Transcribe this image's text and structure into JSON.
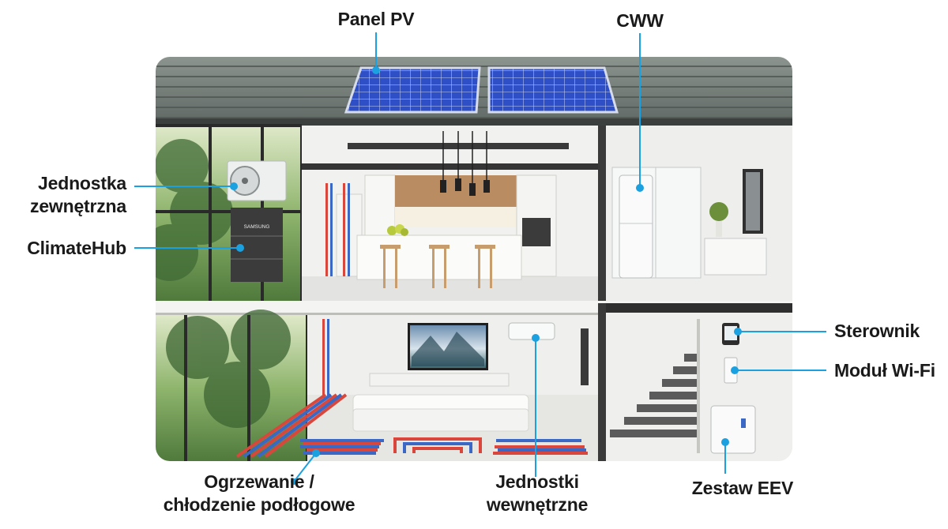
{
  "labels": {
    "panel_pv": "Panel PV",
    "cww": "CWW",
    "outdoor_unit_l1": "Jednostka",
    "outdoor_unit_l2": "zewnętrzna",
    "climatehub": "ClimateHub",
    "controller": "Sterownik",
    "wifi_module": "Moduł Wi-Fi",
    "floor_heating_l1": "Ogrzewanie /",
    "floor_heating_l2": "chłodzenie podłogowe",
    "indoor_units_l1": "Jednostki",
    "indoor_units_l2": "wewnętrzne",
    "eev_kit": "Zestaw EEV",
    "brand_on_hub": "SAMSUNG"
  },
  "colors": {
    "callout": "#1ba0e0",
    "label_text": "#1a1a1a",
    "roof": "#707a76",
    "solar": "#2f4fc7",
    "pipe_hot": "#d9473c",
    "pipe_cold": "#3a68c4"
  }
}
